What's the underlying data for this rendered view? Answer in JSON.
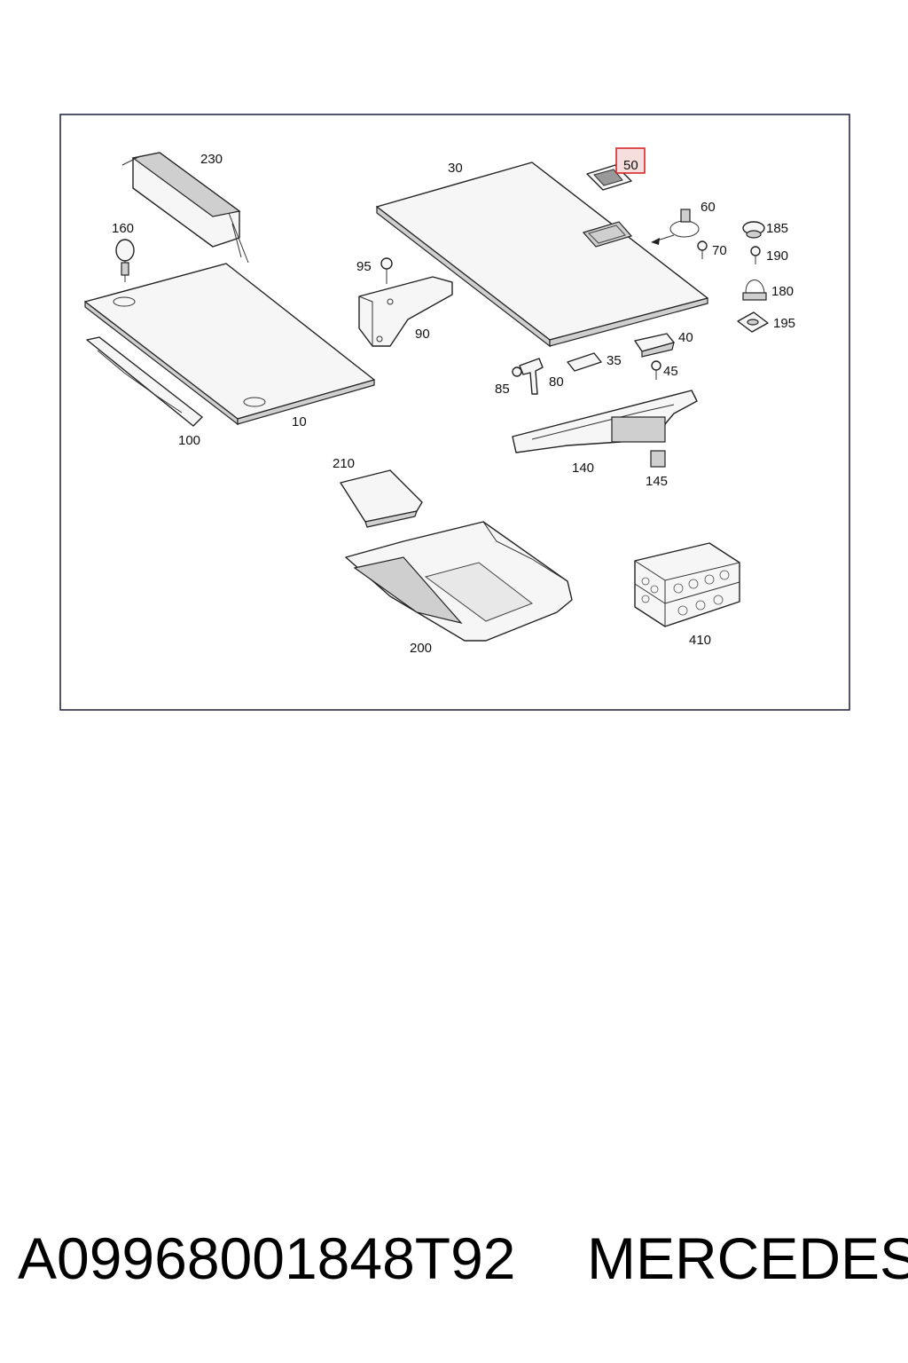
{
  "callouts": {
    "c230": "230",
    "c30": "30",
    "c50": "50",
    "c160": "160",
    "c60": "60",
    "c185": "185",
    "c95": "95",
    "c70": "70",
    "c190": "190",
    "c180": "180",
    "c90": "90",
    "c195": "195",
    "c40": "40",
    "c35": "35",
    "c45": "45",
    "c85": "85",
    "c80": "80",
    "c100": "100",
    "c10": "10",
    "c140": "140",
    "c145": "145",
    "c210": "210",
    "c410": "410",
    "c200": "200"
  },
  "highlight": {
    "callout": "50",
    "color": "#d62828"
  },
  "footer": {
    "part_number": "A09968001848T92",
    "brand": "MERCEDES"
  }
}
